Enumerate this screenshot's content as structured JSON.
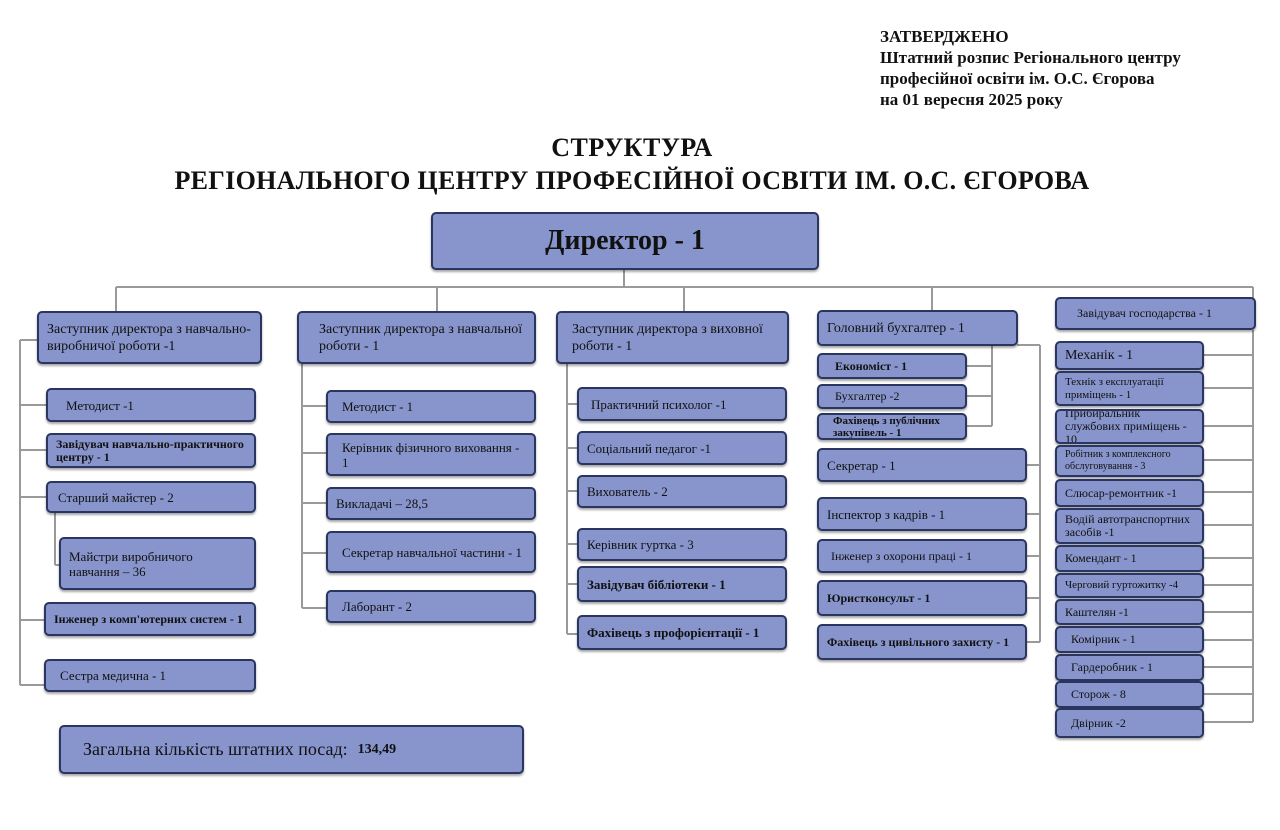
{
  "approval": {
    "line1": "ЗАТВЕРДЖЕНО",
    "line2": "Штатний розпис Регіонального центру",
    "line3": "професійної освіти ім. О.С. Єгорова",
    "line4": "на 01 вересня 2025 року"
  },
  "title": {
    "line1": "СТРУКТУРА",
    "line2": "РЕГІОНАЛЬНОГО ЦЕНТРУ ПРОФЕСІЙНОЇ ОСВІТИ ІМ. О.С. ЄГОРОВА"
  },
  "director": "Директор - 1",
  "col1": {
    "head": "Заступник директора з навчально-виробничої  роботи -1",
    "items": [
      "Методист -1",
      "Завідувач навчально-практичного центру  - 1",
      "Старший майстер - 2",
      "Майстри виробничого навчання –  36",
      "Інженер з комп'ютерних систем - 1",
      "Сестра медична - 1"
    ]
  },
  "col2": {
    "head": "Заступник директора з навчальної роботи - 1",
    "items": [
      "Методист - 1",
      "Керівник фізичного виховання - 1",
      "Викладачі –  28,5",
      "Секретар навчальної частини - 1",
      "Лаборант - 2"
    ]
  },
  "col3": {
    "head": "Заступник    директора    з виховної роботи - 1",
    "items": [
      "Практичний психолог -1",
      "Соціальний педагог -1",
      "Вихователь - 2",
      "Керівник гуртка - 3",
      "Завідувач бібліотеки - 1",
      "Фахівець з профорієнтації - 1"
    ]
  },
  "col4": {
    "head": "Головний бухгалтер - 1",
    "sub": [
      "Економіст - 1",
      "Бухгалтер -2",
      "Фахівець з публічних закупівель - 1"
    ],
    "items": [
      "Секретар  - 1",
      "Інспектор з кадрів - 1",
      "Інженер з охорони праці - 1",
      "Юристконсульт - 1",
      "Фахівець з цивільного захисту - 1"
    ]
  },
  "col5": {
    "head": "Завідувач господарства - 1",
    "items": [
      "Механік - 1",
      "Технік з експлуатації приміщень - 1",
      "Прибиральник службових приміщень - 10",
      "Робітник з комплексного обслуговування - 3",
      "Слюсар-ремонтник -1",
      "Водій автотранспортних засобів -1",
      "Комендант - 1",
      "Черговий гуртожитку -4",
      "Каштелян -1",
      "Комірник - 1",
      "Гардеробник - 1",
      "Сторож - 8",
      "Двірник -2"
    ]
  },
  "total": {
    "label": "Загальна кількість штатних посад:",
    "value": "134,49"
  },
  "colors": {
    "box_fill": "#8795cc",
    "box_border": "#2a3560",
    "connector": "#9a9a9a"
  }
}
